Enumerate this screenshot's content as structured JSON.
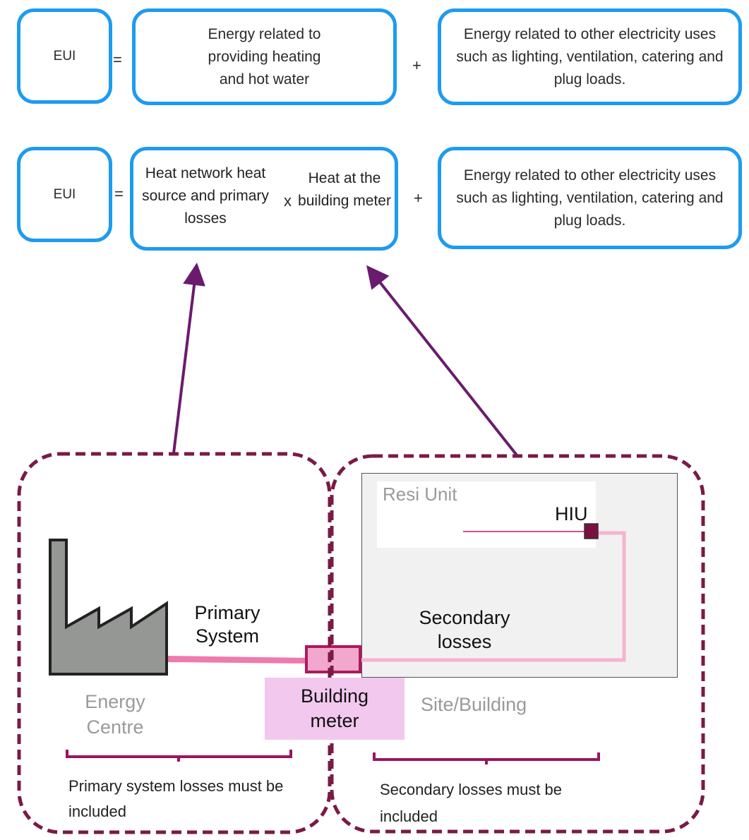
{
  "row1": {
    "eui": "EUI",
    "equals": "=",
    "heating": "Energy related to providing heating and hot water",
    "plus": "+",
    "electricity": "Energy related to other electricity uses such as lighting, ventilation, catering and  plug loads."
  },
  "row2": {
    "eui": "EUI",
    "equals": "=",
    "heat_network": "Heat network heat source and primary losses",
    "times": "x",
    "heat_meter": "Heat at the building meter",
    "plus": "+",
    "electricity": "Energy related to other electricity uses such as lighting, ventilation, catering and  plug loads."
  },
  "diagram": {
    "resi_unit": "Resi Unit",
    "hiu": "HIU",
    "primary_system": "Primary System",
    "secondary_losses": "Secondary losses",
    "energy_centre": "Energy Centre",
    "building_meter": "Building meter",
    "site_building": "Site/Building",
    "primary_note": "Primary system losses must be included",
    "secondary_note": "Secondary losses must be included"
  },
  "colors": {
    "box_border": "#1e9bf0",
    "arrow": "#6a1b6e",
    "dashed_boundary": "#7a1a45",
    "primary_pipe": "#ee7aae",
    "secondary_pipe": "#f6b3cf",
    "meter_fill": "#f2a8cc",
    "meter_border": "#b0185f",
    "meter_label_bg": "#f2c8ef",
    "hiu_fill": "#7a1040",
    "brace": "#9b1460",
    "factory_fill": "#949794"
  }
}
